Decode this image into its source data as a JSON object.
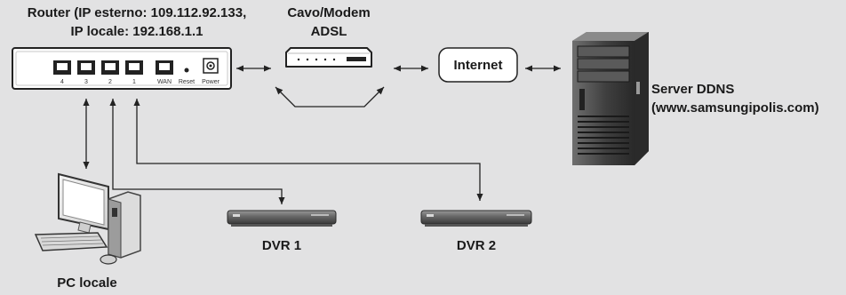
{
  "router": {
    "label_line1": "Router (IP esterno: 109.112.92.133,",
    "label_line2": "IP locale: 192.168.1.1",
    "ports": [
      "4",
      "3",
      "2",
      "1",
      "WAN"
    ],
    "reset_label": "Reset",
    "power_label": "Power"
  },
  "modem": {
    "label_line1": "Cavo/Modem",
    "label_line2": "ADSL"
  },
  "internet": {
    "label": "Internet"
  },
  "server": {
    "label_line1": "Server DDNS",
    "label_line2": "(www.samsungipolis.com)"
  },
  "pc": {
    "label": "PC locale"
  },
  "dvr1": {
    "label": "DVR 1"
  },
  "dvr2": {
    "label": "DVR 2"
  }
}
